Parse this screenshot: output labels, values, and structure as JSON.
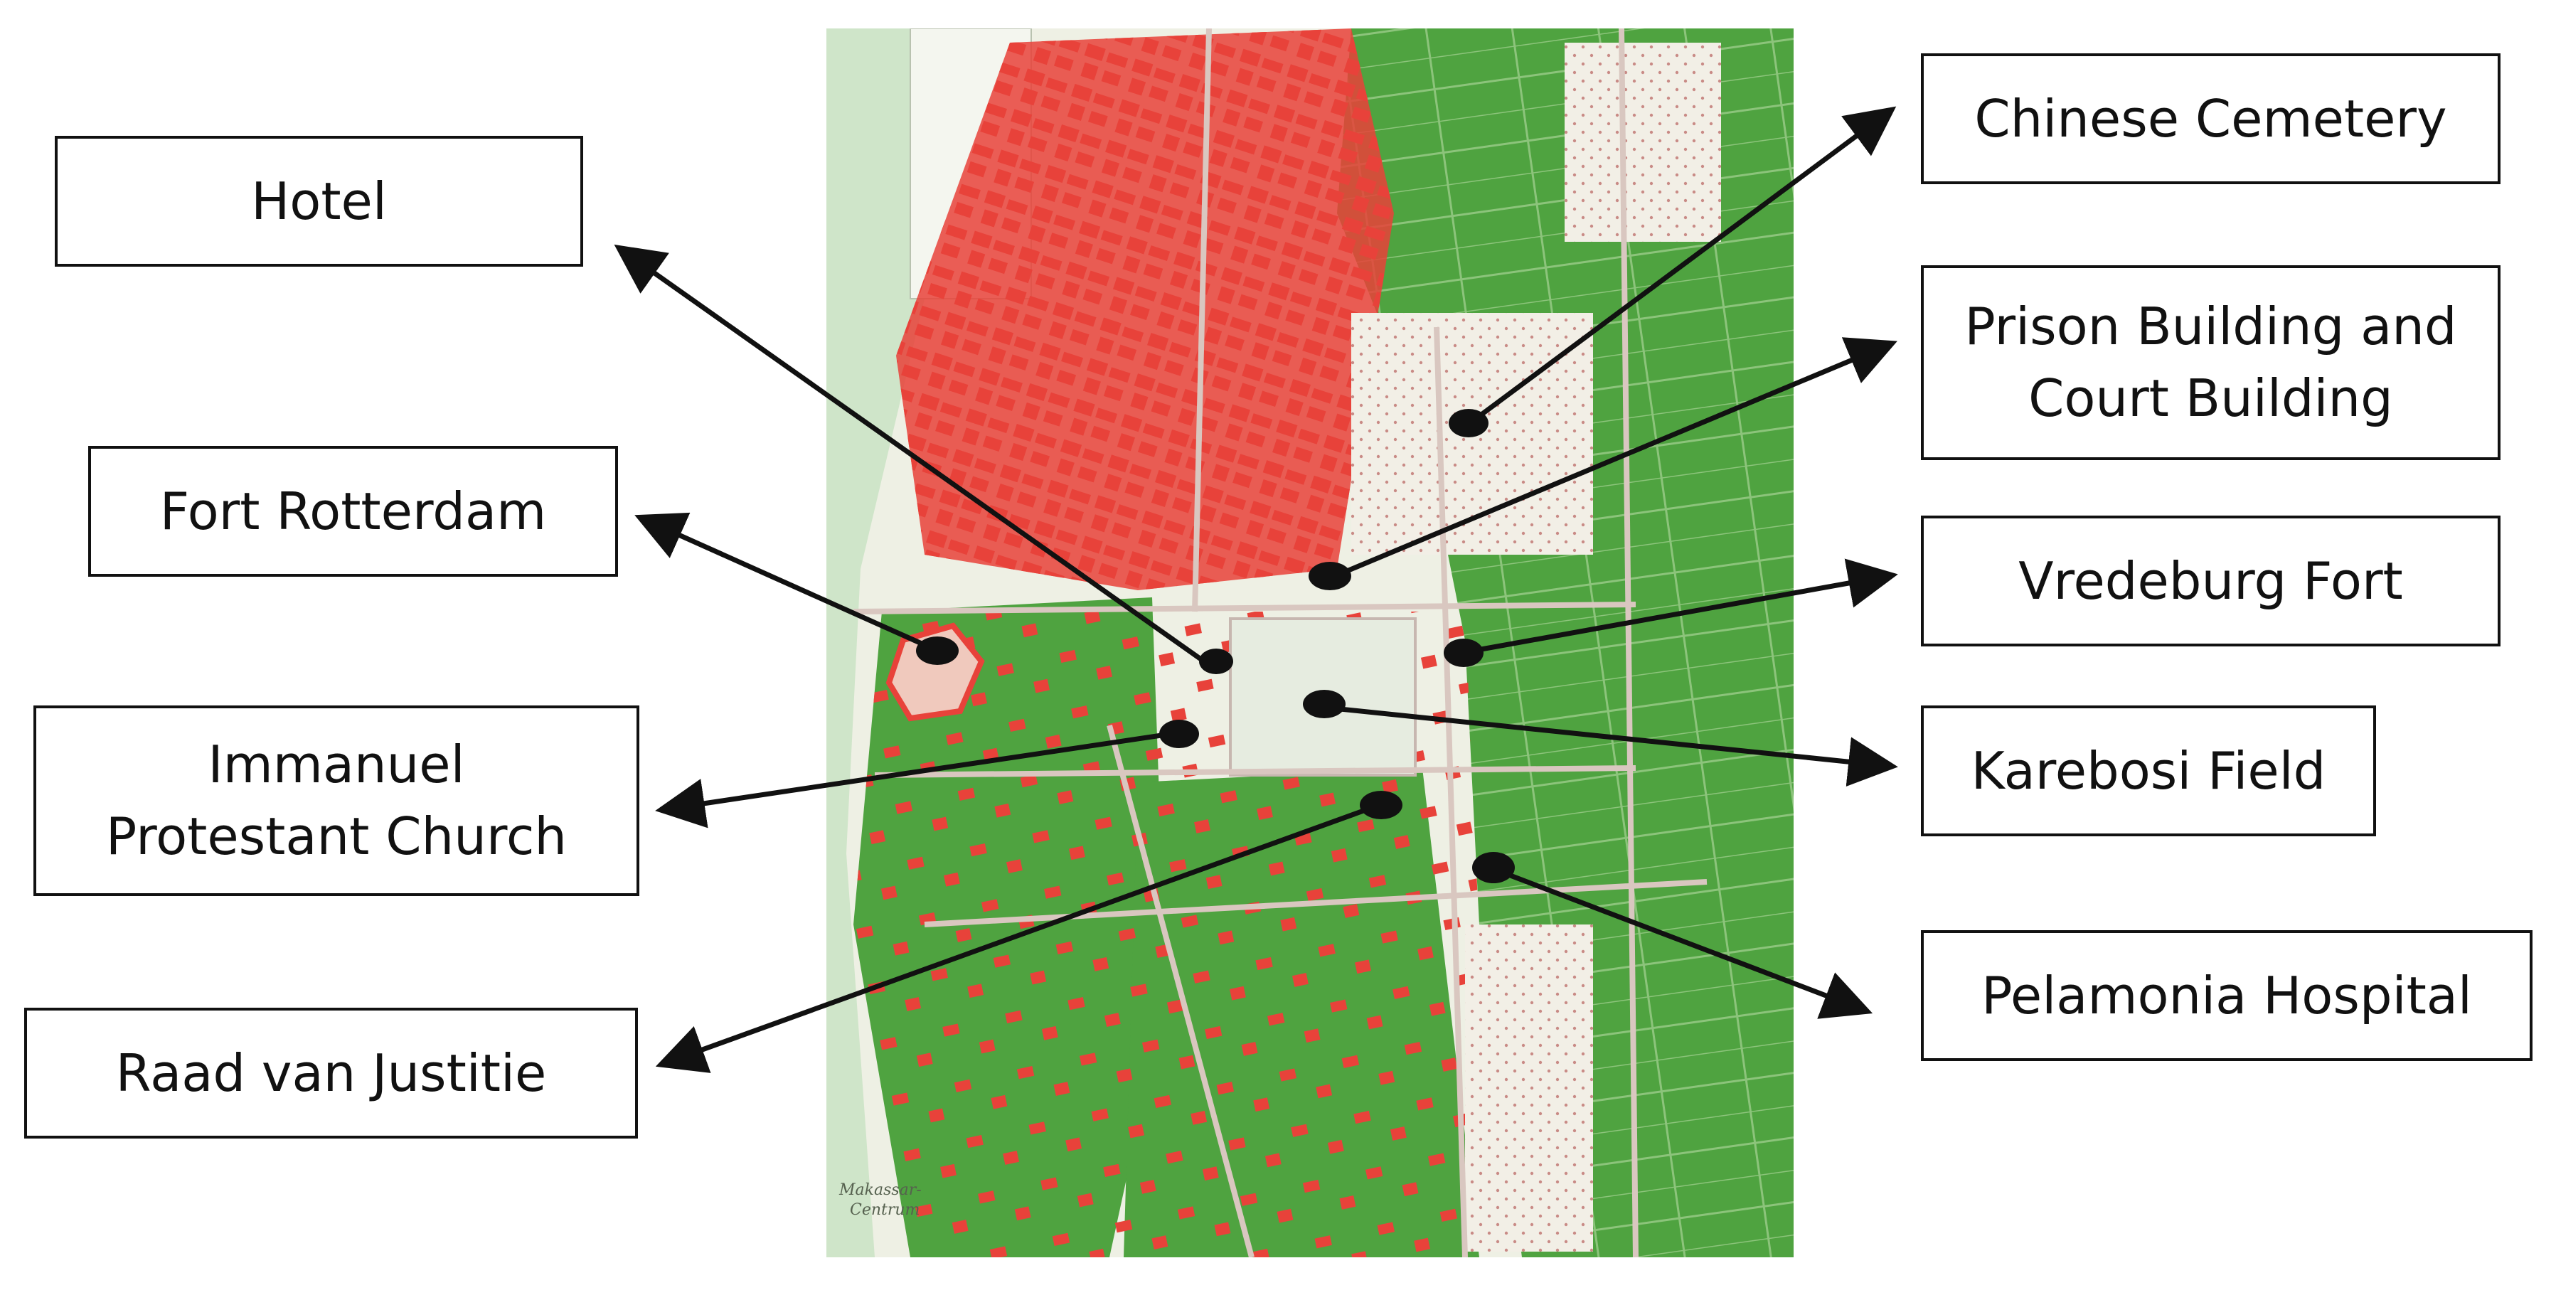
{
  "map": {
    "caption": [
      "Makassar-",
      "Centrum"
    ],
    "colors": {
      "built_up": "#e8423a",
      "green_area": "#4fa340",
      "open_field": "#eef0e4",
      "roads": "#d9c7c0",
      "sea": "#cfe5c9",
      "marker": "#111111"
    }
  },
  "labels": {
    "hotel": "Hotel",
    "fort_rotterdam": "Fort Rotterdam",
    "immanuel_church": [
      "Immanuel",
      "Protestant Church"
    ],
    "raad_van_justitie": "Raad van Justitie",
    "chinese_cemetery": "Chinese Cemetery",
    "prison_court": [
      "Prison Building and",
      "Court Building"
    ],
    "vredeburg_fort": "Vredeburg Fort",
    "karebosi_field": "Karebosi Field",
    "pelamonia_hospital": "Pelamonia Hospital"
  }
}
